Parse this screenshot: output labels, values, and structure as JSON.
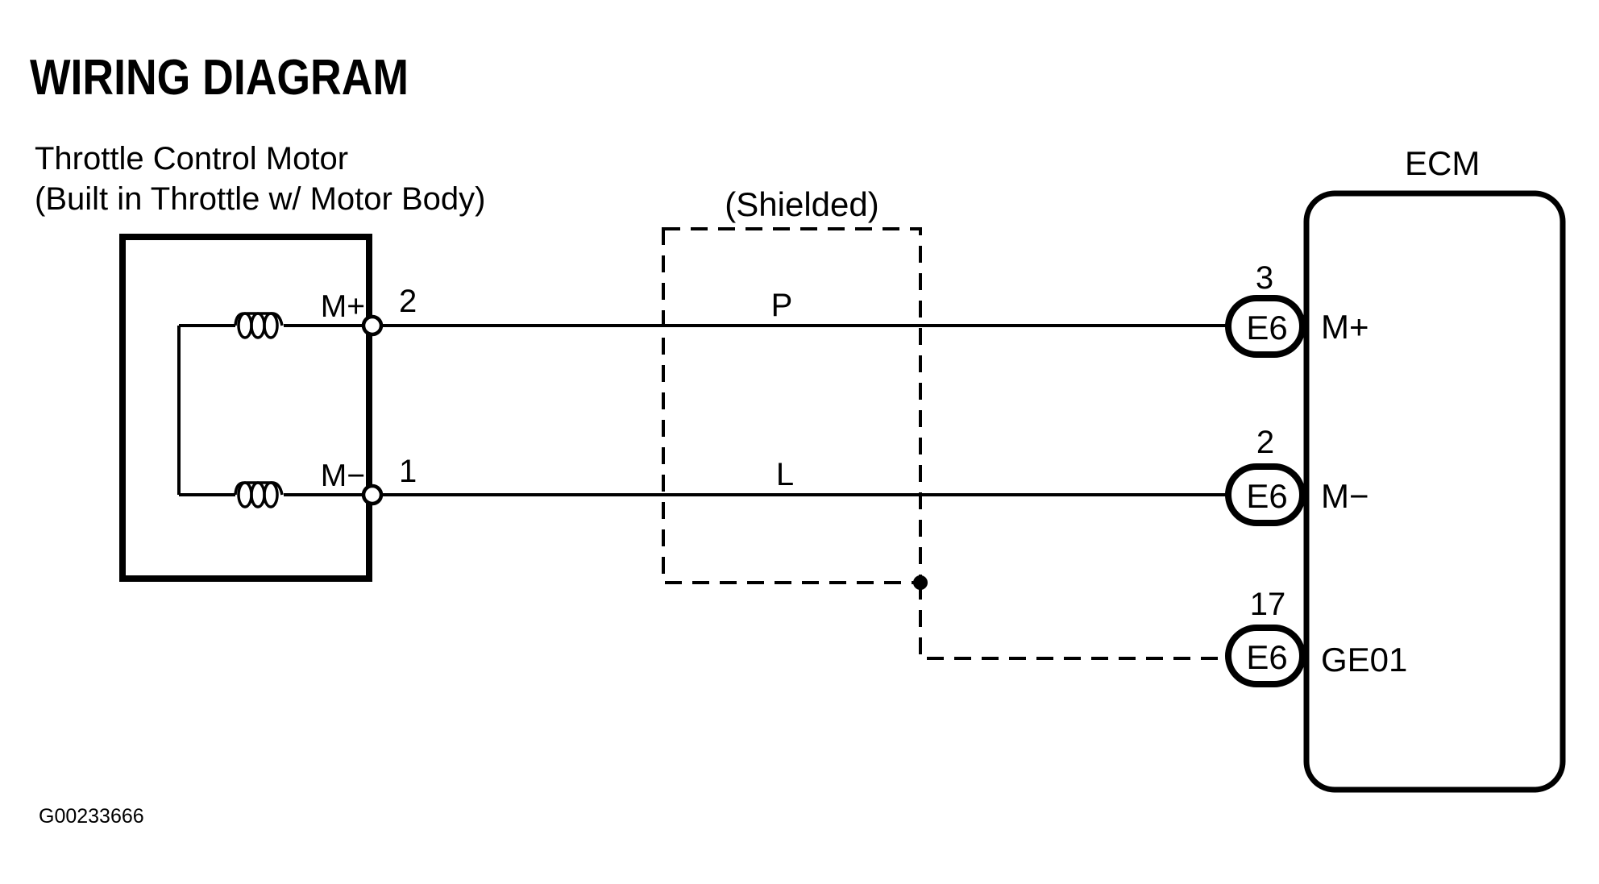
{
  "diagram": {
    "title": "WIRING DIAGRAM",
    "figure_id": "G00233666"
  },
  "motor": {
    "name_line1": "Throttle Control Motor",
    "name_line2": "(Built in Throttle w/ Motor Body)",
    "terminals": [
      {
        "label": "M+",
        "pin": "2"
      },
      {
        "label": "M−",
        "pin": "1"
      }
    ]
  },
  "cable": {
    "shield_label": "(Shielded)",
    "wires": [
      {
        "label": "P"
      },
      {
        "label": "L"
      }
    ]
  },
  "ecm": {
    "title": "ECM",
    "connectors": [
      {
        "pin": "3",
        "connector": "E6",
        "signal": "M+"
      },
      {
        "pin": "2",
        "connector": "E6",
        "signal": "M−"
      },
      {
        "pin": "17",
        "connector": "E6",
        "signal": "GE01"
      }
    ]
  },
  "colors": {
    "ink": "#000000",
    "paper": "#ffffff"
  }
}
